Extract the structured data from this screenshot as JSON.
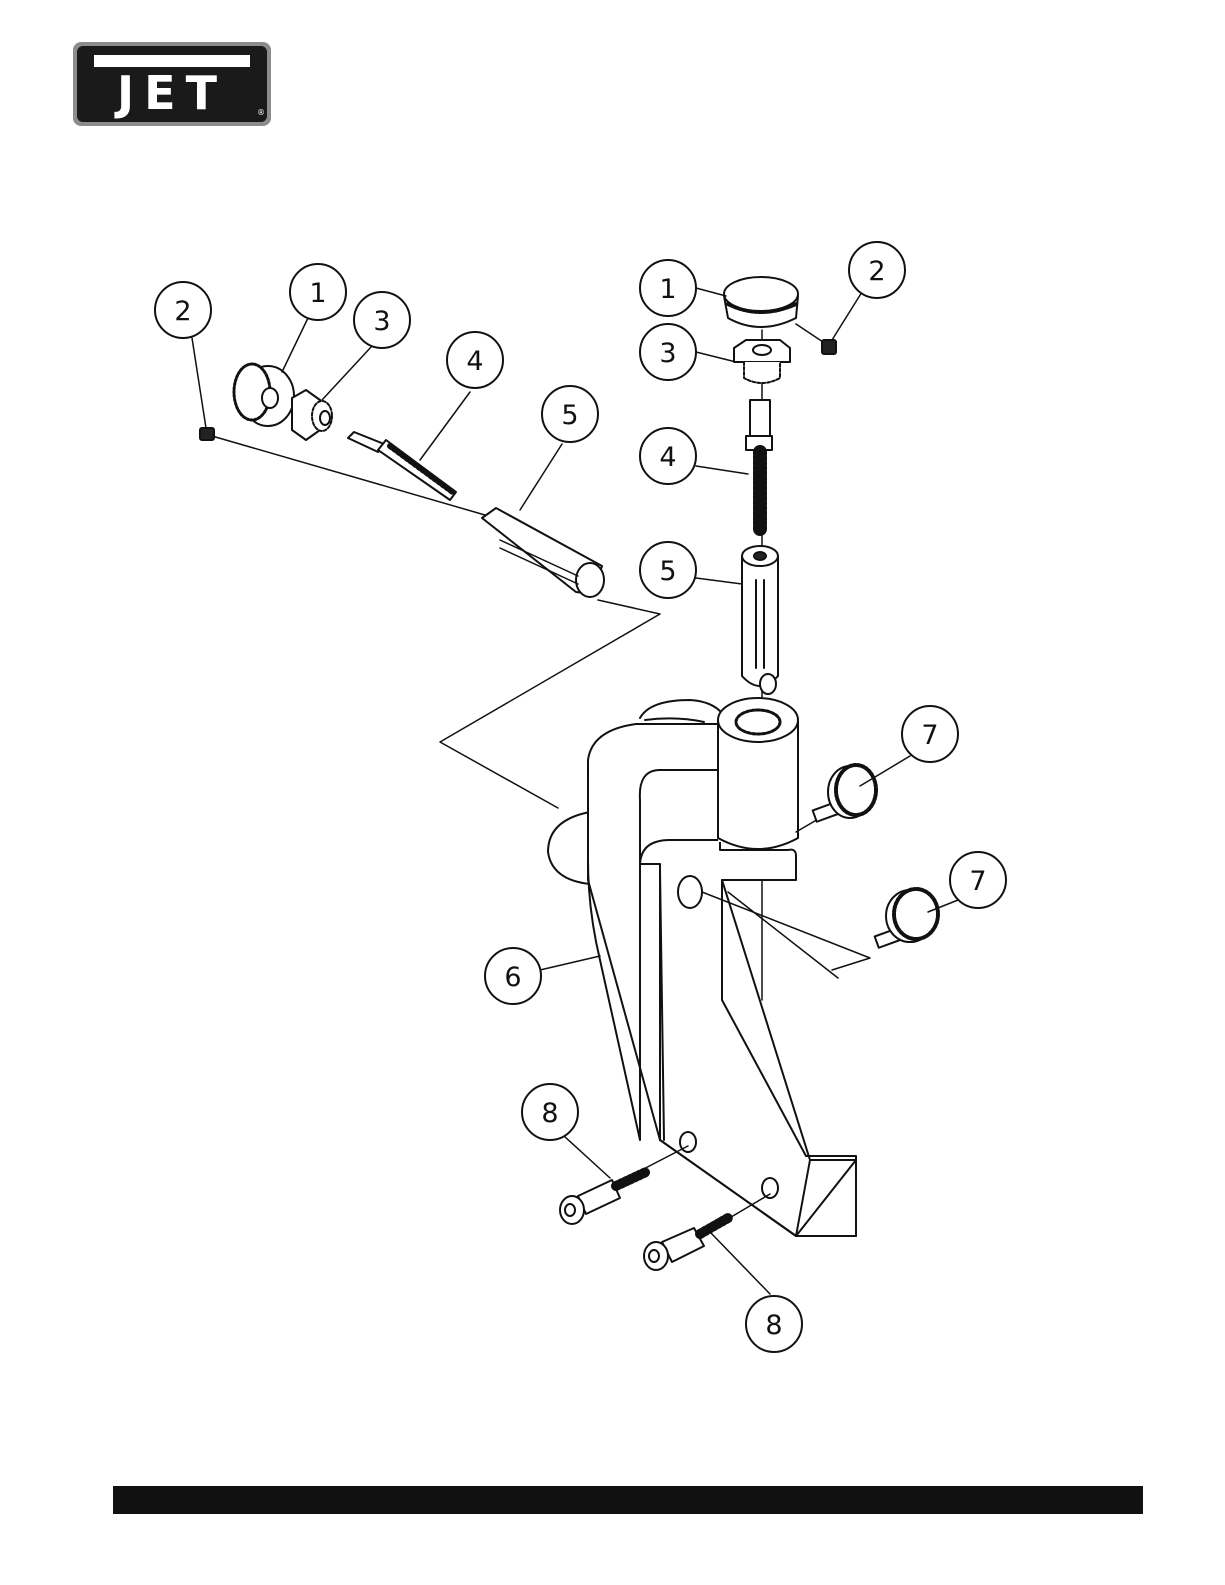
{
  "logo": {
    "text": "JET",
    "mark": "®"
  },
  "colors": {
    "ink": "#111111",
    "logo_bg": "#1a1a1a",
    "logo_frame": "#8c8c8c",
    "part_fill": "#ffffff"
  },
  "callouts": [
    {
      "id": "c-2-left",
      "label": "2"
    },
    {
      "id": "c-1-left",
      "label": "1"
    },
    {
      "id": "c-3-left",
      "label": "3"
    },
    {
      "id": "c-4-left",
      "label": "4"
    },
    {
      "id": "c-5-left",
      "label": "5"
    },
    {
      "id": "c-1-right",
      "label": "1"
    },
    {
      "id": "c-2-right",
      "label": "2"
    },
    {
      "id": "c-3-right",
      "label": "3"
    },
    {
      "id": "c-4-right",
      "label": "4"
    },
    {
      "id": "c-5-right",
      "label": "5"
    },
    {
      "id": "c-7-upper",
      "label": "7"
    },
    {
      "id": "c-7-lower",
      "label": "7"
    },
    {
      "id": "c-6",
      "label": "6"
    },
    {
      "id": "c-8-upper",
      "label": "8"
    },
    {
      "id": "c-8-lower",
      "label": "8"
    }
  ]
}
